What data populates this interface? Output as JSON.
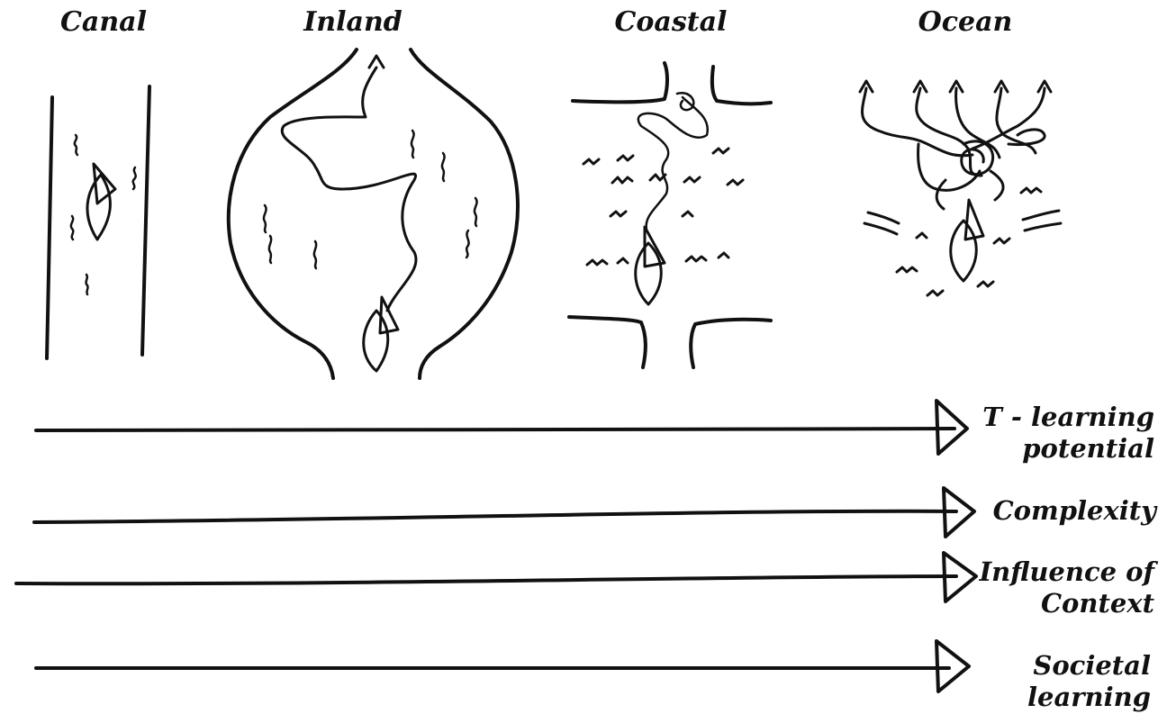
{
  "environments": [
    {
      "id": "canal",
      "label": "Canal"
    },
    {
      "id": "inland",
      "label": "Inland"
    },
    {
      "id": "coastal",
      "label": "Coastal"
    },
    {
      "id": "ocean",
      "label": "Ocean"
    }
  ],
  "arrows": [
    {
      "id": "t-learning",
      "lines": [
        "T - learning",
        "potential"
      ]
    },
    {
      "id": "complexity",
      "lines": [
        "Complexity"
      ]
    },
    {
      "id": "influence",
      "lines": [
        "Influence of",
        "Context"
      ]
    },
    {
      "id": "societal",
      "lines": [
        "Societal",
        "learning"
      ]
    }
  ]
}
